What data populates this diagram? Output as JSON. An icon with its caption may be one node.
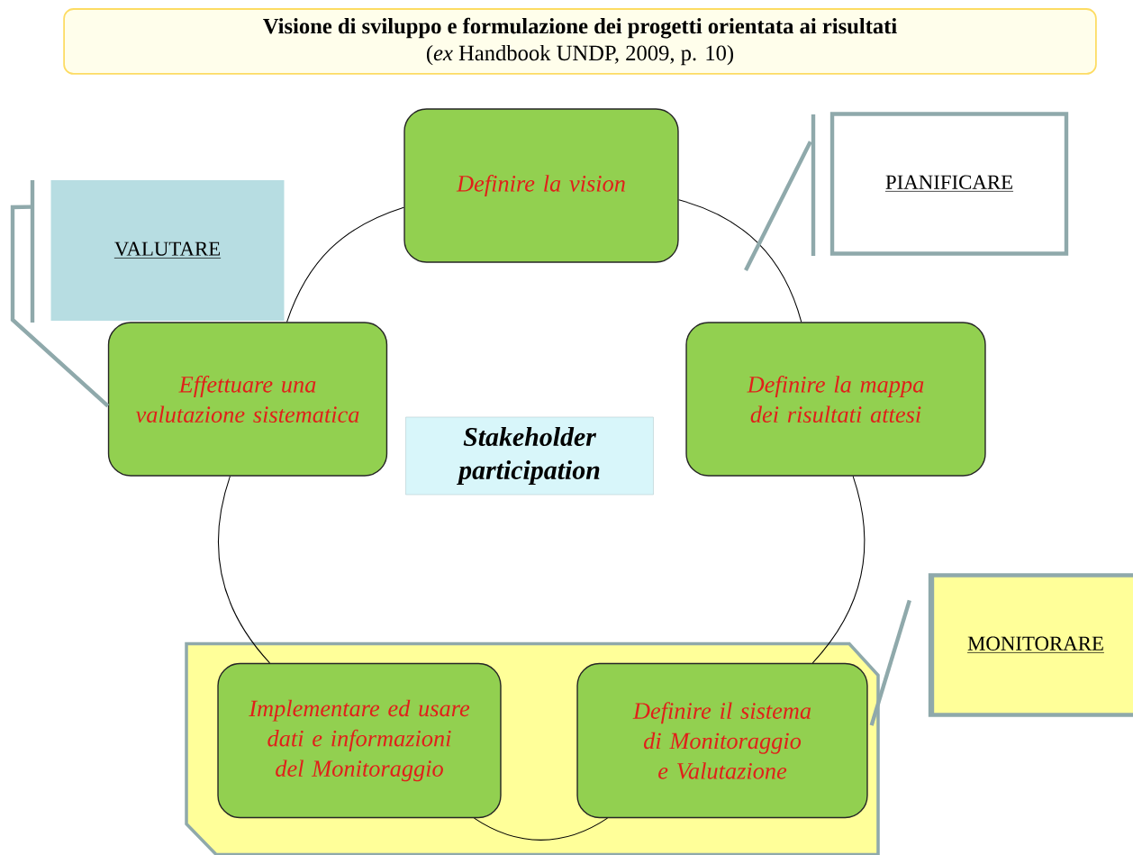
{
  "diagram": {
    "title": "Visione di sviluppo e formulazione dei progetti orientata ai risultati",
    "caption": "(*ex* Handbook UNDP, 2009, p. 10)",
    "nodes": [
      {
        "text": [
          "Definire la vision"
        ]
      },
      {
        "text": [
          "Definire la mappa dei risultati attesi"
        ]
      },
      {
        "text": [],
        "shape": "band"
      },
      {
        "text": [
          "Definire il sistema di Monitoraggio e Valutazione"
        ],
        "in": 2
      },
      {
        "text": [
          "Implementare ed usare dati e informazioni del Monitoraggio"
        ],
        "in": 2
      },
      {
        "text": [
          "Effettuare una valutazione sistematica"
        ]
      },
      {
        "text": [
          "Stakeholder participation"
        ]
      },
      {
        "text": [
          "PIANIFICARE"
        ]
      },
      {
        "text": [
          "VALUTARE"
        ]
      },
      {
        "text": [
          "MONITORARE"
        ]
      }
    ],
    "edges": [
      {
        "from": 0,
        "to": 1,
        "arrow": "none"
      },
      {
        "from": 1,
        "to": 3,
        "arrow": "none"
      },
      {
        "from": 3,
        "to": 4,
        "arrow": "none"
      },
      {
        "from": 4,
        "to": 5,
        "arrow": "none"
      },
      {
        "from": 5,
        "to": 0,
        "arrow": "none"
      },
      {
        "from": 7,
        "to": null,
        "arrow": "none",
        "style": "thick",
        "color": "#8fa9ab"
      },
      {
        "from": 8,
        "to": 5,
        "arrow": "none",
        "style": "thick",
        "color": "#8fa9ab"
      },
      {
        "from": 9,
        "to": 3,
        "arrow": "none",
        "style": "thick",
        "color": "#8fa9ab"
      }
    ]
  }
}
